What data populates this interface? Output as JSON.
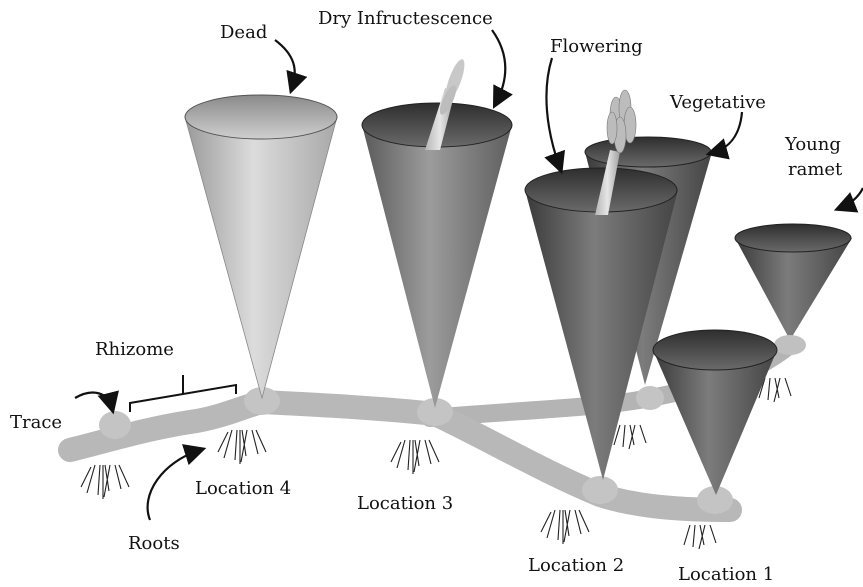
{
  "labels": {
    "dead": "Dead",
    "dry_infructescence": "Dry Infructescence",
    "flowering": "Flowering",
    "vegetative": "Vegetative",
    "young_ramet_line1": "Young",
    "young_ramet_line2": "ramet",
    "rhizome": "Rhizome",
    "trace": "Trace",
    "roots": "Roots",
    "location_4": "Location 4",
    "location_3": "Location 3",
    "location_2": "Location 2",
    "location_1": "Location 1"
  }
}
